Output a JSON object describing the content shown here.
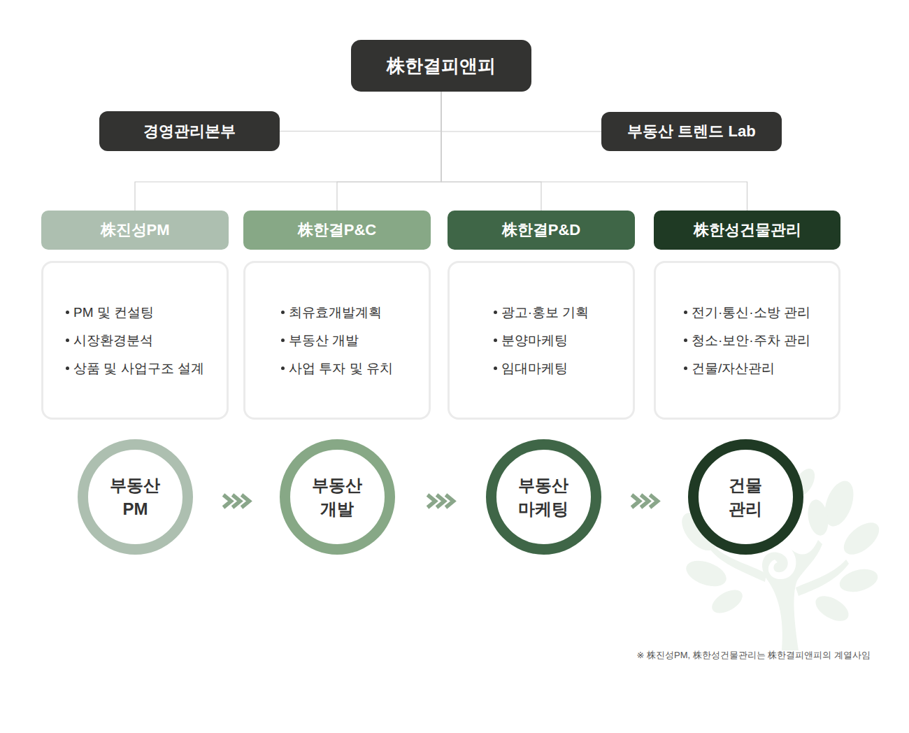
{
  "diagram": {
    "nodes": [
      {
        "text": [
          "株한결피앤피"
        ]
      },
      {
        "text": [
          "경영관리본부"
        ]
      },
      {
        "text": [
          "부동산 트렌드 Lab"
        ]
      },
      {
        "text": [
          "株진성PM"
        ]
      },
      {
        "text": [
          "株한결P&C"
        ]
      },
      {
        "text": [
          "株한결P&D"
        ]
      },
      {
        "text": [
          "株한성건물관리"
        ]
      },
      {
        "text": [
          "PM 및 컨설팅",
          "시장환경분석",
          "상품 및 사업구조 설계"
        ]
      },
      {
        "text": [
          "최유효개발계획",
          "부동산 개발",
          "사업 투자 및 유치"
        ]
      },
      {
        "text": [
          "광고·홍보 기획",
          "분양마케팅",
          "임대마케팅"
        ]
      },
      {
        "text": [
          "전기·통신·소방 관리",
          "청소·보안·주차 관리",
          "건물/자산관리"
        ]
      },
      {
        "text": [
          "부동산 PM"
        ]
      },
      {
        "text": [
          "부동산 개발"
        ]
      },
      {
        "text": [
          "부동산 마케팅"
        ]
      },
      {
        "text": [
          "건물 관리"
        ]
      }
    ],
    "edges": [
      {
        "from": 0,
        "to": 1,
        "arrow": "none"
      },
      {
        "from": 0,
        "to": 2,
        "arrow": "none"
      },
      {
        "from": 0,
        "to": 3,
        "arrow": "none"
      },
      {
        "from": 0,
        "to": 4,
        "arrow": "none"
      },
      {
        "from": 0,
        "to": 5,
        "arrow": "none"
      },
      {
        "from": 0,
        "to": 6,
        "arrow": "none"
      },
      {
        "from": 11,
        "to": 12,
        "arrow": "to"
      },
      {
        "from": 12,
        "to": 13,
        "arrow": "to"
      },
      {
        "from": 13,
        "to": 14,
        "arrow": "to"
      }
    ],
    "labels": [
      "※ 株진성PM, 株한성건물관리는 株한결피앤피의 계열사임"
    ]
  }
}
